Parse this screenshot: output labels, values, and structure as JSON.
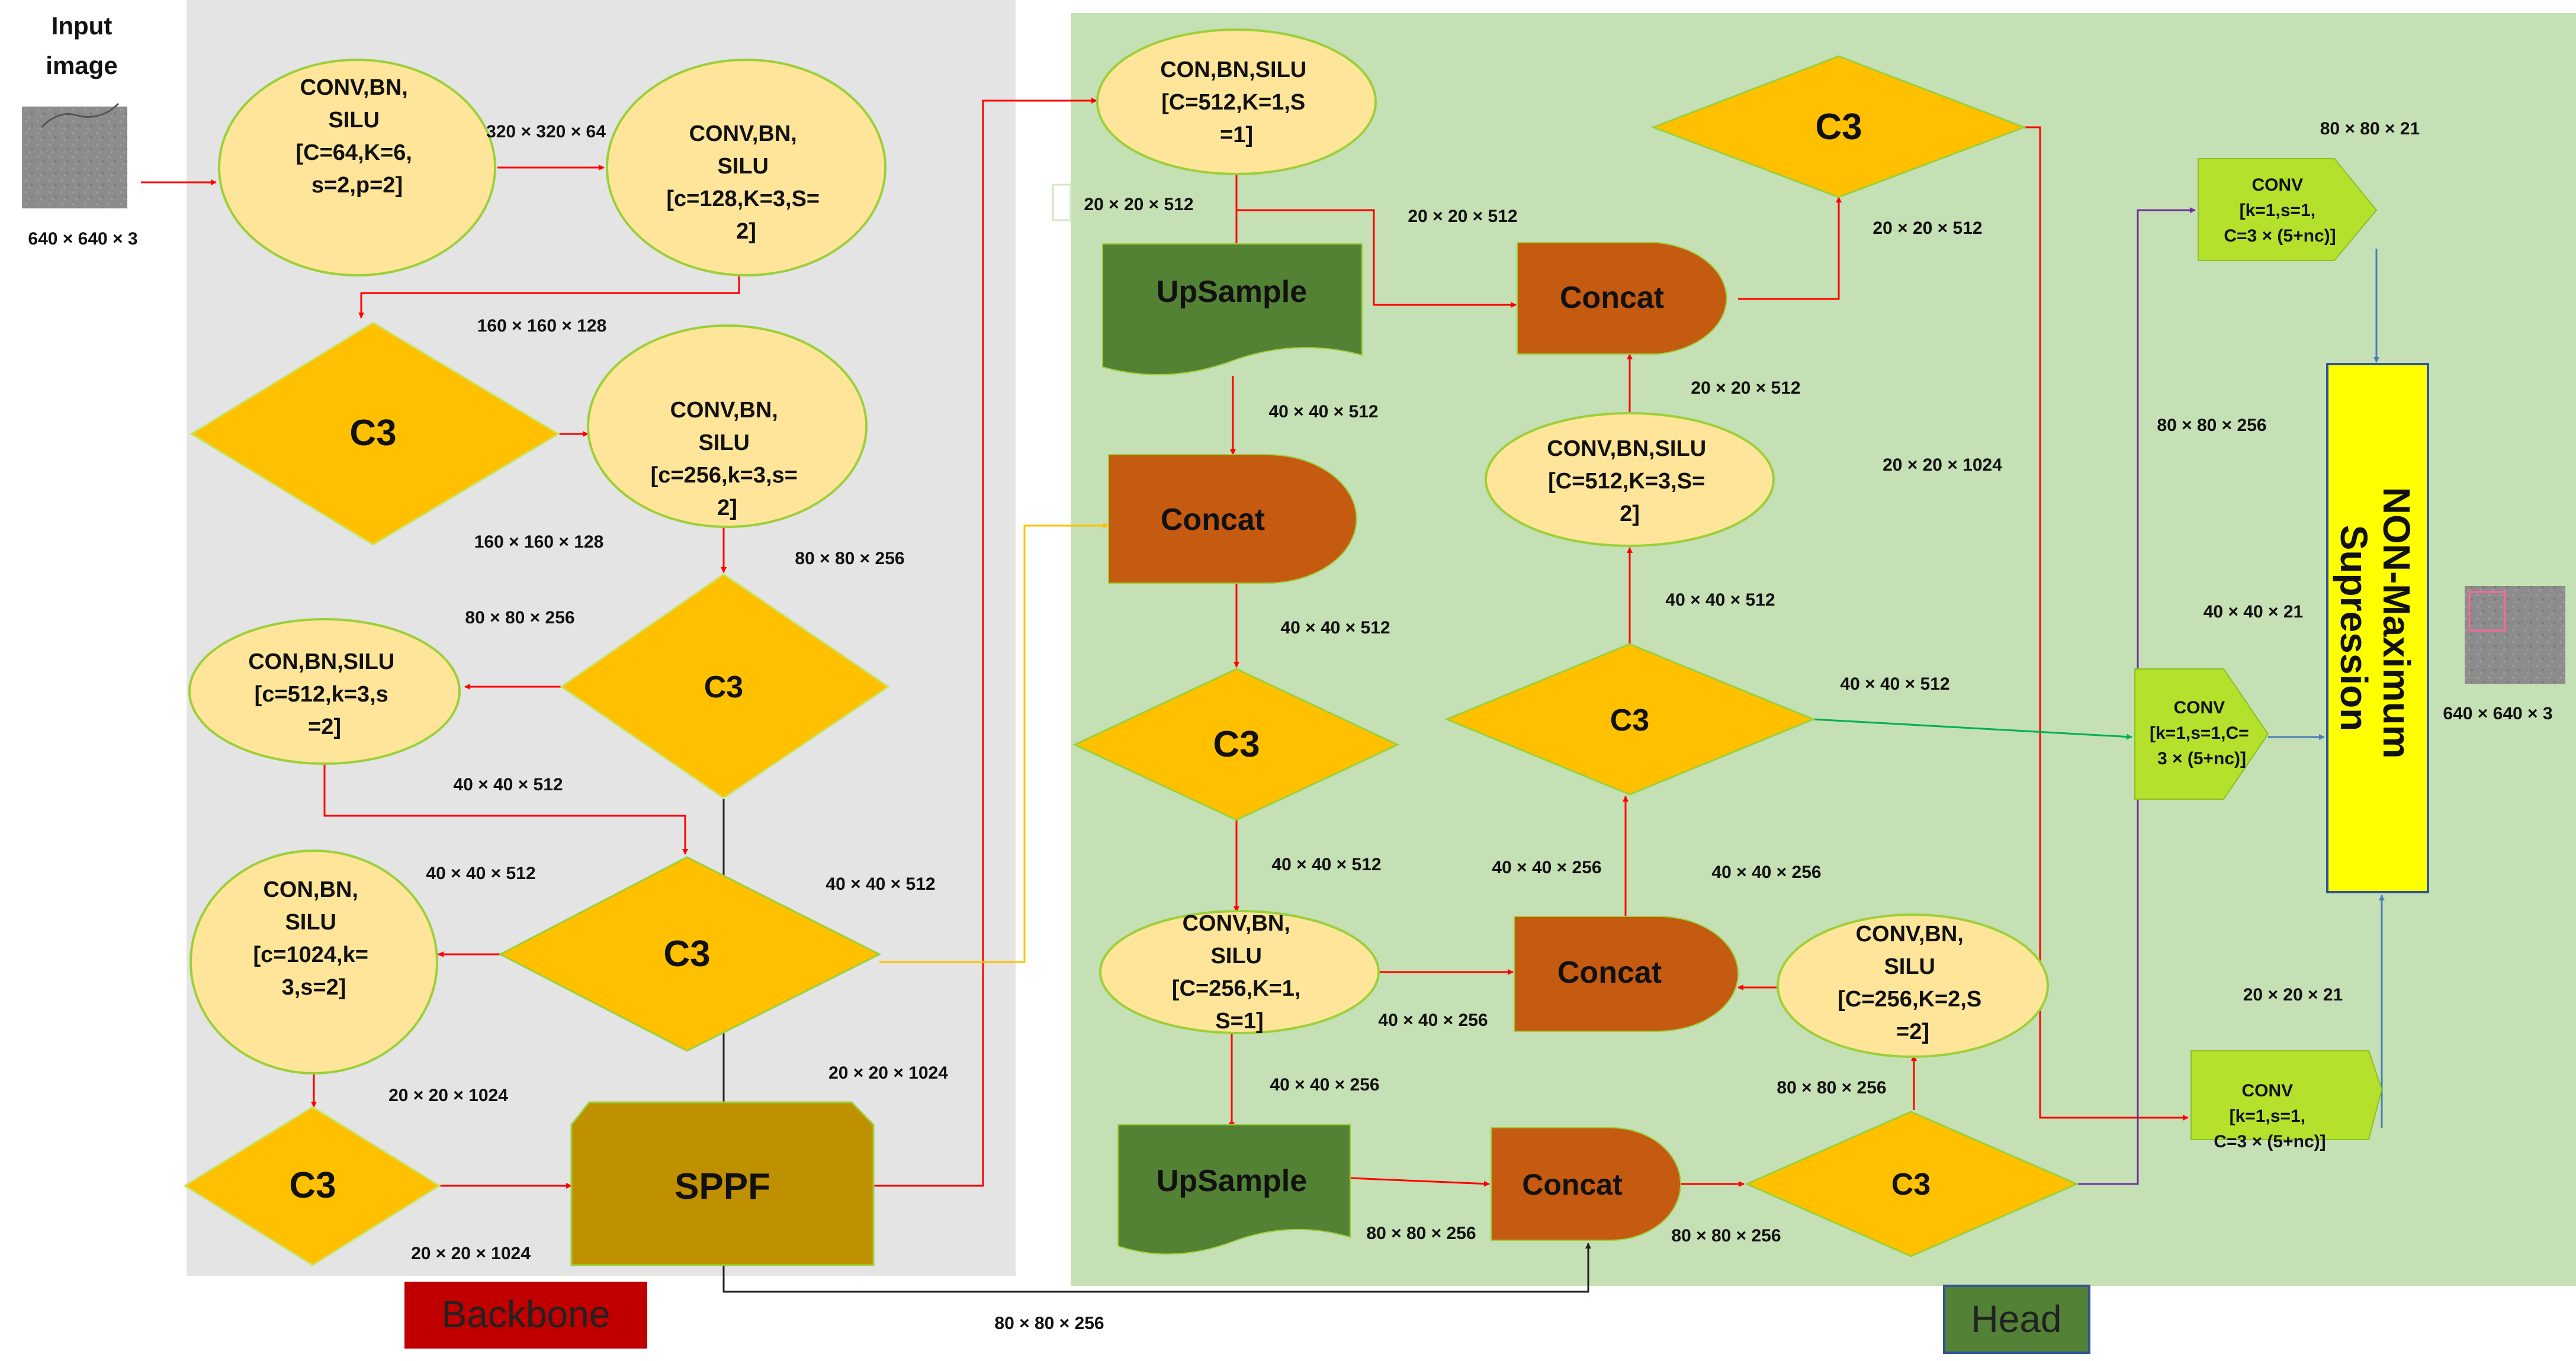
{
  "input": {
    "title_line1": "Input",
    "title_line2": "image",
    "size": "640 × 640 × 3"
  },
  "output": {
    "size": "640 × 640 × 3"
  },
  "sections": {
    "backbone": "Backbone",
    "head": "Head"
  },
  "colors": {
    "backbone_bg": "#e4e4e4",
    "head_bg": "#c5e0b4",
    "ellipse_fill": "#ffe599",
    "ellipse_stroke": "#9ccf3a",
    "diamond_fill": "#ffc000",
    "concat_fill": "#c55a11",
    "upsample_fill": "#548235",
    "sppf_fill": "#bf9000",
    "conv_out_fill": "#b3e12c",
    "nms_fill": "#ffff00",
    "arrow_red": "#ff0000",
    "arrow_orange": "#ffc000",
    "arrow_blue": "#4a7ebb",
    "arrow_green": "#00b050",
    "arrow_purple": "#7030a0",
    "backbone_label_bg": "#c00000",
    "head_label_bg": "#538135"
  },
  "backbone": {
    "conv1": [
      "CONV,BN,",
      "SILU",
      "[C=64,K=6,",
      "s=2,p=2]"
    ],
    "conv2": [
      "CONV,BN,",
      "SILU",
      "[c=128,K=3,S=",
      "2]"
    ],
    "c3_1": "C3",
    "conv3": [
      "CONV,BN,",
      "SILU",
      "[c=256,k=3,s=",
      "2]"
    ],
    "c3_2": "C3",
    "conv4": [
      "CON,BN,SILU",
      "[c=512,k=3,s",
      "=2]"
    ],
    "c3_3": "C3",
    "conv5": [
      "CON,BN,",
      "SILU",
      "[c=1024,k=",
      "3,s=2]"
    ],
    "c3_4": "C3",
    "sppf": "SPPF"
  },
  "head": {
    "conv_top": [
      "CON,BN,SILU",
      "[C=512,K=1,S",
      "=1]"
    ],
    "upsample1": "UpSample",
    "concat1": "Concat",
    "c3_a": "C3",
    "conv_mid": [
      "CONV,BN,",
      "SILU",
      "[C=256,K=1,",
      "S=1]"
    ],
    "upsample2": "UpSample",
    "concat2": "Concat",
    "c3_b": "C3",
    "conv_r": [
      "CONV,BN,",
      "SILU",
      "[C=256,K=2,S",
      "=2]"
    ],
    "concat3": "Concat",
    "c3_c": "C3",
    "conv_u": [
      "CONV,BN,SILU",
      "[C=512,K=3,S=",
      "2]"
    ],
    "concat4": "Concat",
    "c3_top": "C3",
    "out1": [
      "CONV",
      "[k=1,s=1,",
      "C=3 × (5+nc)]"
    ],
    "out2": [
      "CONV",
      "[k=1,s=1,C=",
      "3 × (5+nc)]"
    ],
    "out3": [
      "CONV",
      "[k=1,s=1,",
      "C=3 × (5+nc)]"
    ],
    "nms": [
      "NON-Maximum",
      "Supression"
    ]
  },
  "dims": {
    "d1": "320 × 320 × 64",
    "d2": "160 × 160 × 128",
    "d3": "160 × 160 × 128",
    "d4": "80 × 80 × 256",
    "d5": "80 × 80 × 256",
    "d6": "40 × 40 × 512",
    "d7": "40 × 40 × 512",
    "d8": "40 × 40 × 512",
    "d9": "20 × 20 × 1024",
    "d10": "20 × 20 × 1024",
    "d11": "20 × 20 × 1024",
    "d12": "80 × 80 × 256",
    "h1": "20 × 20 × 512",
    "h2": "20 × 20 × 512",
    "h3": "40 × 40 × 512",
    "h4": "40 × 40 × 512",
    "h5": "40 × 40 × 512",
    "h6": "40 × 40 × 256",
    "h7": "40 × 40 × 256",
    "h8": "80 × 80 × 256",
    "h9": "80 × 80 × 256",
    "h10": "80 × 80 × 256",
    "h11": "40 × 40 × 256",
    "h12": "40 × 40 × 256",
    "h13": "40 × 40 × 512",
    "h14": "40 × 40 × 512",
    "h15": "20 × 20 × 512",
    "h16": "20 × 20 × 512",
    "h17": "20 × 20 × 1024",
    "o1": "80 × 80 × 21",
    "o2": "80 × 80 × 256",
    "o3": "40 × 40 × 21",
    "o4": "20 × 20 × 21"
  }
}
